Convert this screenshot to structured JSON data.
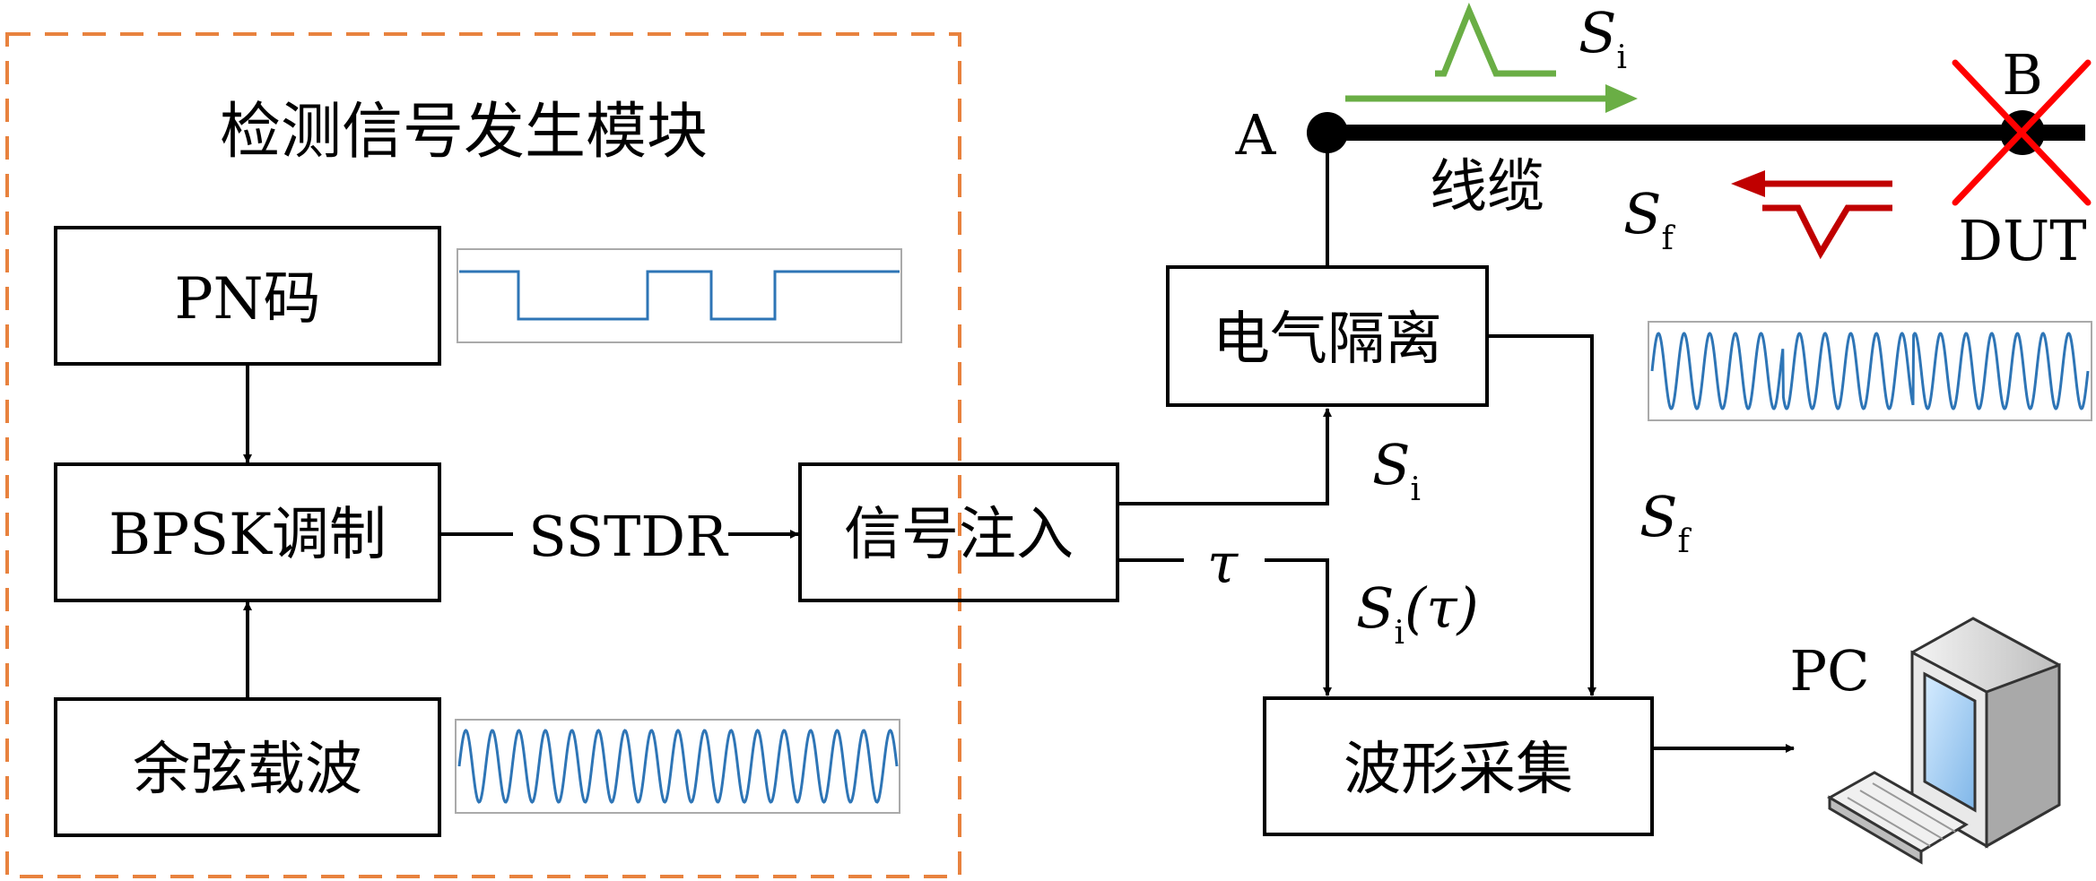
{
  "module": {
    "title": "检测信号发生模块",
    "border_color": "#E8823E"
  },
  "blocks": {
    "pn_code": "PN码",
    "bpsk": "BPSK调制",
    "carrier": "余弦载波",
    "injection": "信号注入",
    "isolation": "电气隔离",
    "acquisition": "波形采集"
  },
  "labels": {
    "sstdr": "SSTDR",
    "tau": "τ",
    "si_main": "S",
    "si_main_sub": "i",
    "si_top": "S",
    "si_top_sub": "i",
    "sf_top": "S",
    "sf_top_sub": "f",
    "sf_side": "S",
    "sf_side_sub": "f",
    "si_tau": "S",
    "si_tau_sub": "i",
    "si_tau_arg": "(τ)",
    "cable": "线缆",
    "point_a": "A",
    "point_b": "B",
    "dut": "DUT",
    "pc": "PC"
  },
  "colors": {
    "green_pulse": "#6AAE45",
    "red_pulse": "#C00000",
    "fault_cross": "#FF0000",
    "wave": "#2E75B6"
  },
  "icons": [
    "computer-icon",
    "keyboard-icon",
    "fault-cross-icon"
  ]
}
